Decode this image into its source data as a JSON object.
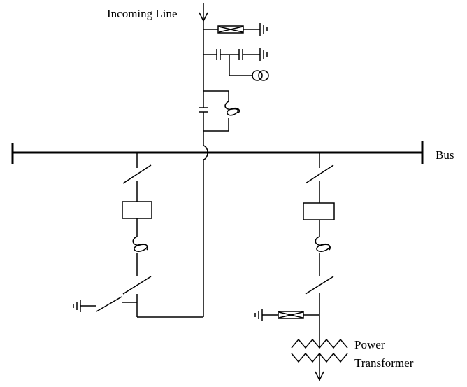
{
  "labels": {
    "incoming_line": "Incoming Line",
    "bus": "Bus",
    "power_transformer_line1": "Power",
    "power_transformer_line2": "Transformer"
  },
  "icons": {
    "arrester": "surge-arrester-icon",
    "ground": "ground-icon",
    "coupling_capacitor": "coupling-capacitor-icon",
    "potential_transformer": "potential-transformer-icon",
    "wave_trap": "line-trap-icon",
    "switch": "disconnect-switch-icon",
    "breaker": "circuit-breaker-icon",
    "current_transformer": "current-transformer-icon",
    "power_transformer": "power-transformer-icon"
  },
  "colors": {
    "line": "#000000",
    "background": "#ffffff"
  }
}
